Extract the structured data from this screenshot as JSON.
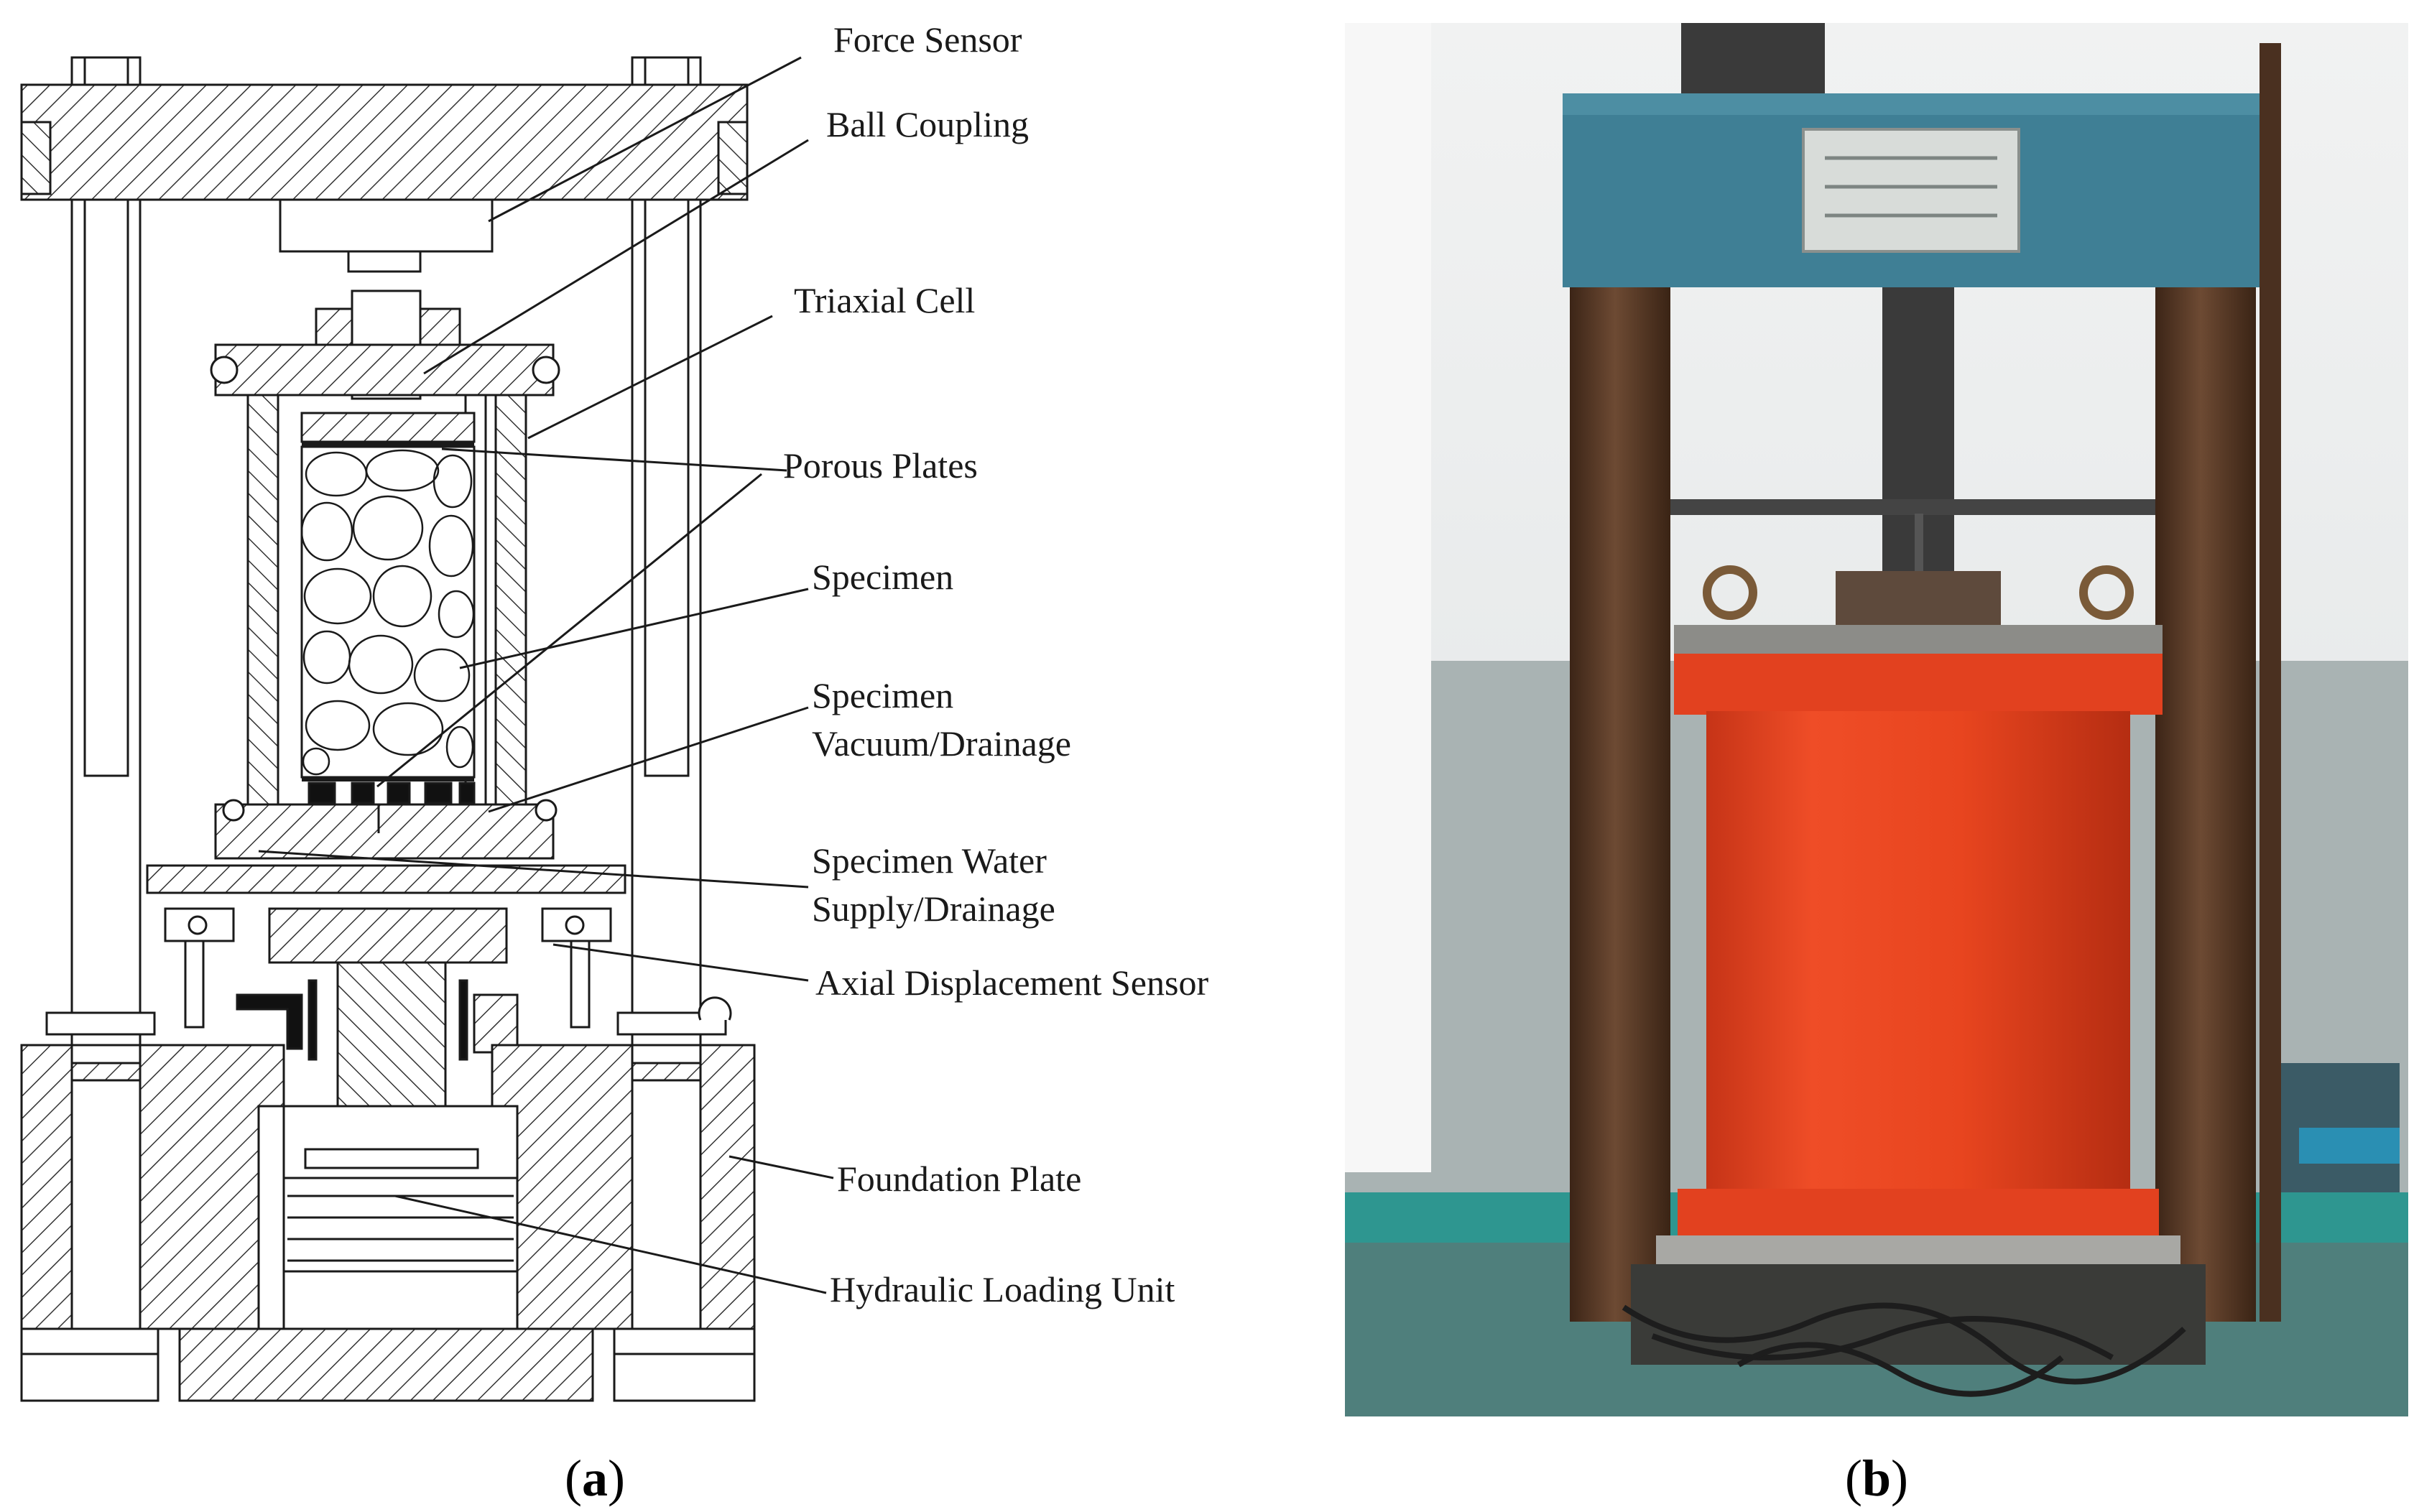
{
  "panel_a": {
    "labels": {
      "force_sensor": "Force Sensor",
      "ball_coupling": "Ball Coupling",
      "triaxial_cell": "Triaxial Cell",
      "porous_plates": "Porous Plates",
      "specimen": "Specimen",
      "specimen_vacuum_1": "Specimen",
      "specimen_vacuum_2": "Vacuum/Drainage",
      "water_supply_1": "Specimen Water",
      "water_supply_2": "Supply/Drainage",
      "axial_sensor": "Axial Displacement Sensor",
      "foundation_plate": "Foundation Plate",
      "hydraulic_unit": "Hydraulic Loading Unit"
    },
    "caption": {
      "open": "(",
      "letter": "a",
      "close": ")"
    }
  },
  "panel_b": {
    "caption": {
      "open": "(",
      "letter": "b",
      "close": ")"
    }
  },
  "colors": {
    "line": "#1a1a1a",
    "hatch": "#333333",
    "frame_blue": "#3f7f95",
    "cell_red": "#e2411f",
    "column_brown": "#5a3a26",
    "floor_teal": "#3aa39a"
  }
}
